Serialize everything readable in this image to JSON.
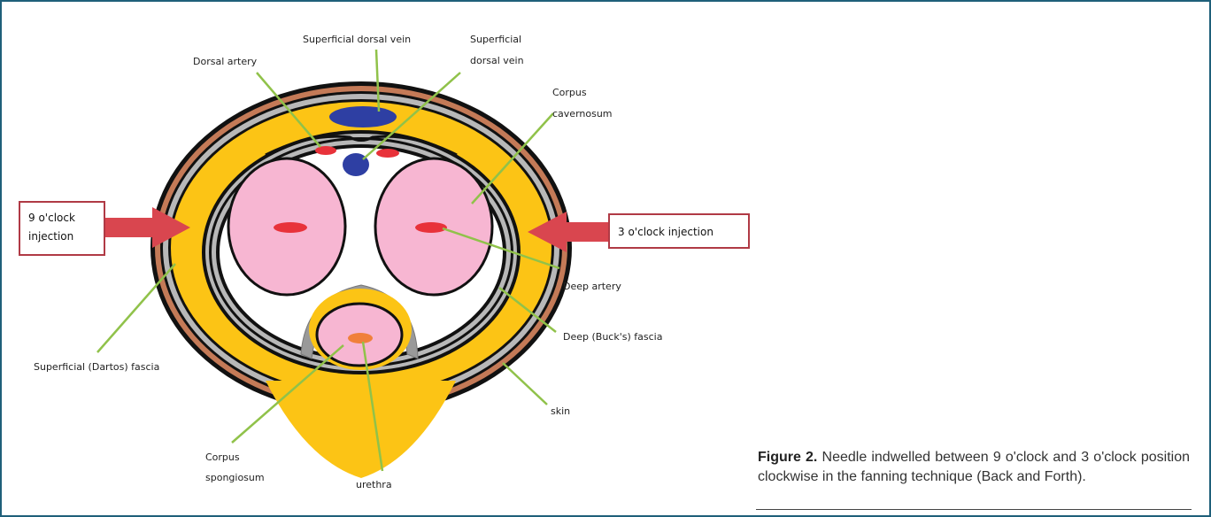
{
  "labels": {
    "superficial_dorsal_vein_top": "Superficial dorsal vein",
    "superficial_dorsal_vein_right": [
      "Superficial",
      "dorsal vein"
    ],
    "dorsal_artery": "Dorsal artery",
    "corpus_cavernosum": [
      "Corpus",
      "cavernosum"
    ],
    "deep_artery": "Deep artery",
    "deep_bucks_fascia": "Deep (Buck's) fascia",
    "skin": "skin",
    "urethra": "urethra",
    "corpus_spongiosum": [
      "Corpus",
      "spongiosum"
    ],
    "superficial_dartos_fascia": "Superficial (Dartos) fascia"
  },
  "injection_boxes": {
    "left": [
      "9 o'clock",
      "injection"
    ],
    "right": "3  o'clock injection"
  },
  "caption": {
    "figure_label": "Figure 2.",
    "text": " Needle indwelled between 9 o'clock and 3 o'clock position clockwise in the fanning technique (Back and Forth)."
  },
  "colors": {
    "frame": "#1f5f7a",
    "skin_layer": "#c47a57",
    "dartos_layer": "#fcc415",
    "buck_layer": "#b8b8b8",
    "corpora": "#f7b6d2",
    "artery": "#e8323a",
    "vein": "#2e3fa3",
    "urethra": "#f0803a",
    "leader_line": "#90c24a",
    "arrow": "#d9464f",
    "box_border": "#b03a45"
  }
}
